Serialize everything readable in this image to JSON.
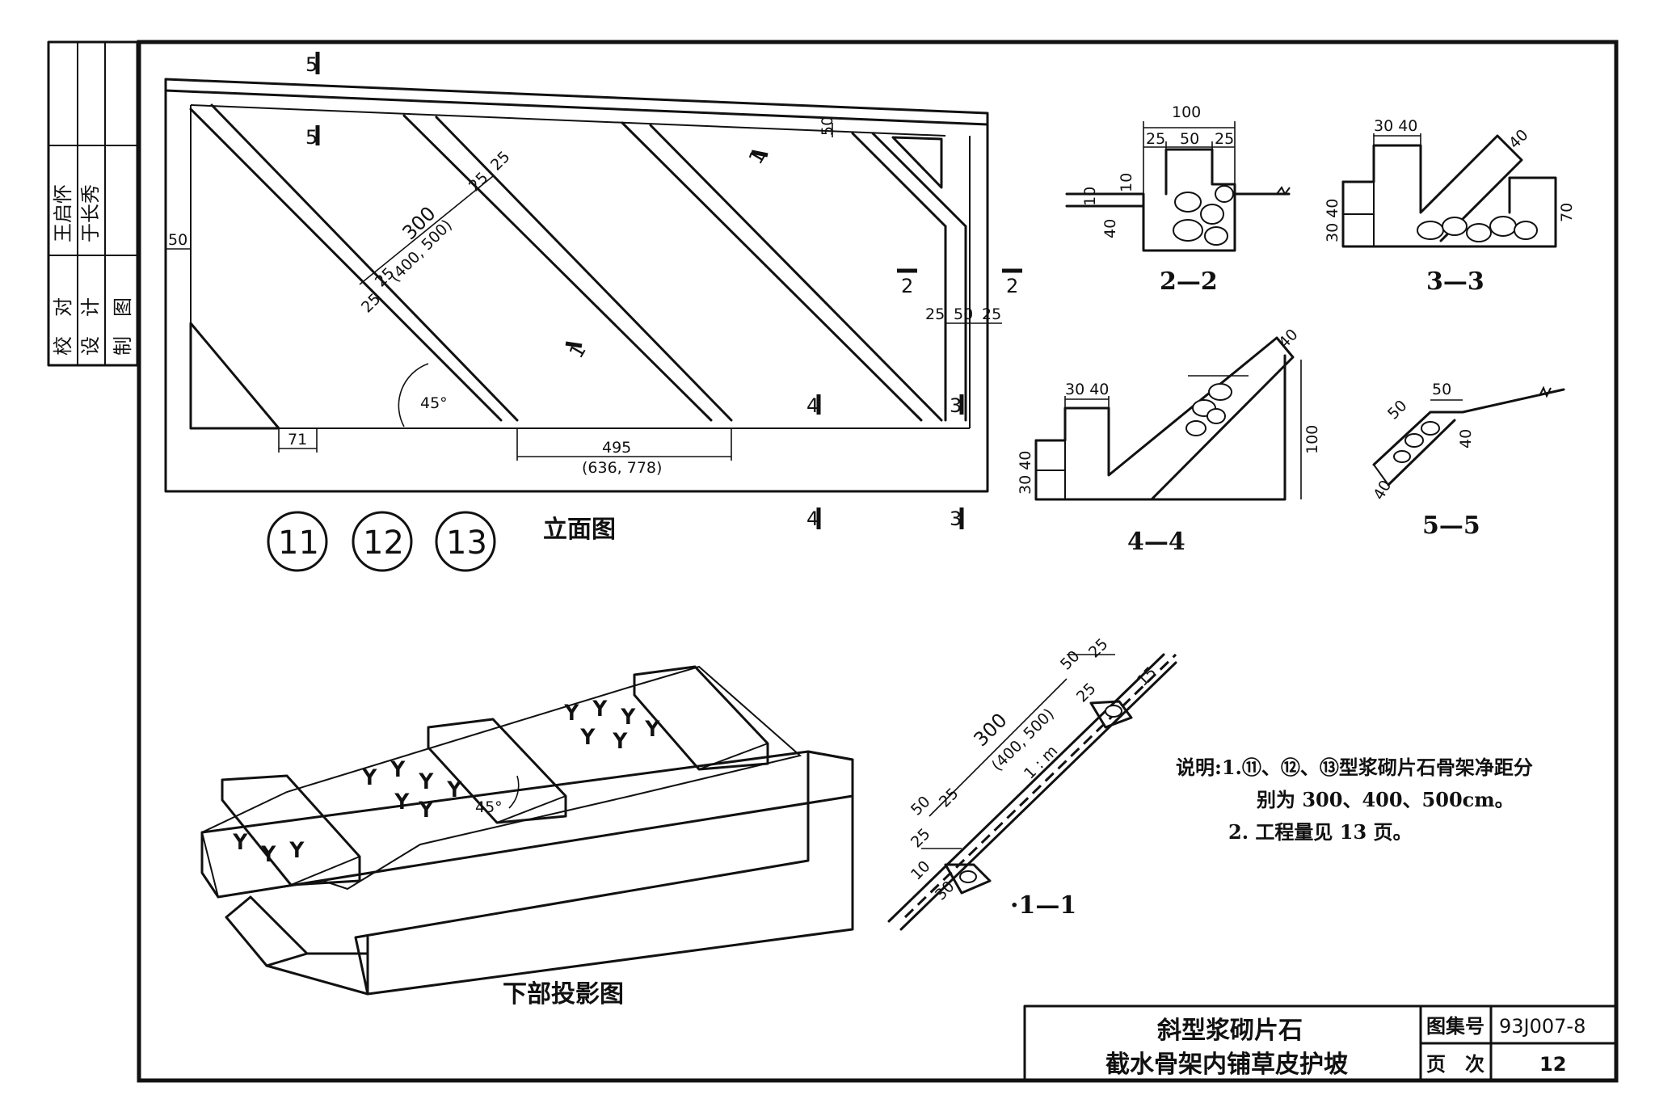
{
  "sheet": {
    "title_line1": "斜型浆砌片石",
    "title_line2": "截水骨架内铺草皮护坡",
    "atlas_label": "图集号",
    "atlas_no": "93J007-8",
    "page_label": "页　次",
    "page_no": "12"
  },
  "signatures": {
    "rows": [
      {
        "role": "校　对",
        "name": "王启怀"
      },
      {
        "role": "设　计",
        "name": "于长秀"
      },
      {
        "role": "制　图",
        "name": ""
      }
    ]
  },
  "elevation": {
    "caption": "立面图",
    "type_markers": [
      "11",
      "12",
      "13"
    ],
    "dims": {
      "top_border": "50",
      "left_border": "50",
      "rib_a": "25",
      "rib_b": "25",
      "spacing": "300",
      "spacing_alt": "(400, 500)",
      "rib_c": "25",
      "rib_d": "25",
      "angle": "45°",
      "foot_width": "71",
      "bottom_span": "495",
      "bottom_span_alt": "(636, 778)",
      "right_a": "25",
      "right_b": "50",
      "right_c": "25"
    },
    "section_marks": {
      "s5": "5",
      "s5b": "5",
      "s1a": "1",
      "s1b": "1",
      "s2a": "2",
      "s2b": "2",
      "s3a": "3",
      "s3b": "3",
      "s4a": "4",
      "s4b": "4"
    }
  },
  "projection": {
    "caption": "下部投影图",
    "angle": "45°"
  },
  "section_2_2": {
    "caption": "2—2",
    "dims": {
      "total": "100",
      "a": "25",
      "b": "50",
      "c": "25",
      "h1": "10",
      "h2": "10",
      "h3": "40"
    }
  },
  "section_3_3": {
    "caption": "3—3",
    "dims": {
      "top": "30 40",
      "left": "30 40",
      "slope": "40",
      "right": "70"
    }
  },
  "section_4_4": {
    "caption": "4—4",
    "dims": {
      "top": "30 40",
      "left": "30 40",
      "slope": "40",
      "right": "100"
    }
  },
  "section_5_5": {
    "caption": "5—5",
    "dims": {
      "top": "50",
      "slope": "50",
      "right": "40",
      "bottom": "40"
    }
  },
  "section_1_1": {
    "caption": "·1—1",
    "dims": {
      "top50": "50",
      "top25": "25",
      "top25b": "25",
      "top15": "15",
      "spacing": "300",
      "spacing_alt": "(400, 500)",
      "slope": "1 : m",
      "b50": "50",
      "b25": "25",
      "b25b": "25",
      "b10": "10",
      "b30": "30"
    }
  },
  "notes": {
    "line1": "说明:1.⑪、⑫、⑬型浆砌片石骨架净距分",
    "line2": "别为 300、400、500cm。",
    "line3": "2. 工程量见 13 页。"
  }
}
